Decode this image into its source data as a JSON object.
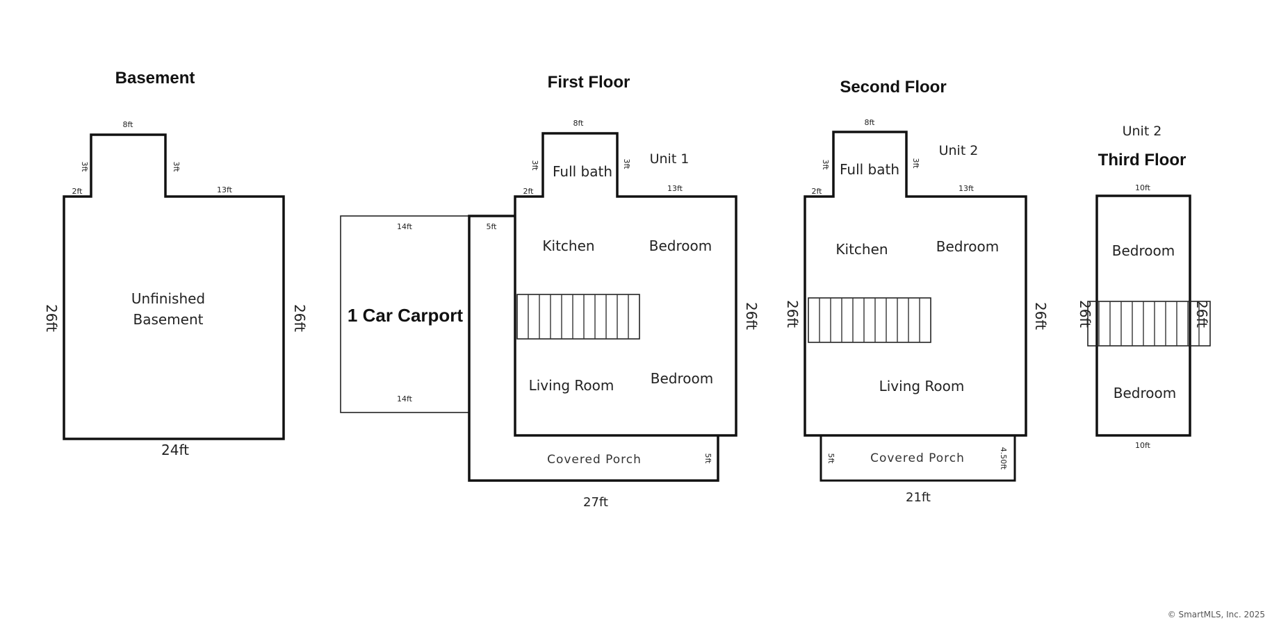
{
  "floors": {
    "basement": {
      "title": "Basement",
      "rooms": [
        "Unfinished",
        "Basement"
      ],
      "dims": {
        "top": "8ft",
        "left_step": "2ft",
        "right_top": "13ft",
        "side_a": "3ft",
        "side_b": "3ft",
        "left": "26ft",
        "right": "26ft",
        "bottom": "24ft"
      }
    },
    "first": {
      "title": "First Floor",
      "unit": "Unit 1",
      "rooms": {
        "bath": "Full bath",
        "kitchen": "Kitchen",
        "bedroom1": "Bedroom",
        "living": "Living Room",
        "bedroom2": "Bedroom"
      },
      "carport": {
        "label": "1 Car Carport",
        "top": "14ft",
        "bottom": "14ft"
      },
      "porch": {
        "label": "Covered Porch",
        "depth": "5ft",
        "length": "27ft"
      },
      "dims": {
        "top": "8ft",
        "left_step": "2ft",
        "right_top": "13ft",
        "side_a": "3ft",
        "side_b": "3ft",
        "annex": "5ft",
        "right": "26ft"
      }
    },
    "second": {
      "title": "Second Floor",
      "unit": "Unit 2",
      "rooms": {
        "bath": "Full bath",
        "kitchen": "Kitchen",
        "bedroom": "Bedroom",
        "living": "Living Room"
      },
      "porch": {
        "label": "Covered Porch",
        "left": "5ft",
        "right": "4.50ft",
        "length": "21ft"
      },
      "dims": {
        "top": "8ft",
        "left_step": "2ft",
        "right_top": "13ft",
        "side_a": "3ft",
        "side_b": "3ft",
        "left": "26ft",
        "right": "26ft"
      }
    },
    "third": {
      "title": "Third Floor",
      "unit": "Unit 2",
      "rooms": {
        "bedroom1": "Bedroom",
        "bedroom2": "Bedroom"
      },
      "dims": {
        "top": "10ft",
        "bottom": "10ft",
        "left": "26ft",
        "right": "26ft"
      }
    }
  },
  "copyright": "© SmartMLS, Inc.  2025"
}
